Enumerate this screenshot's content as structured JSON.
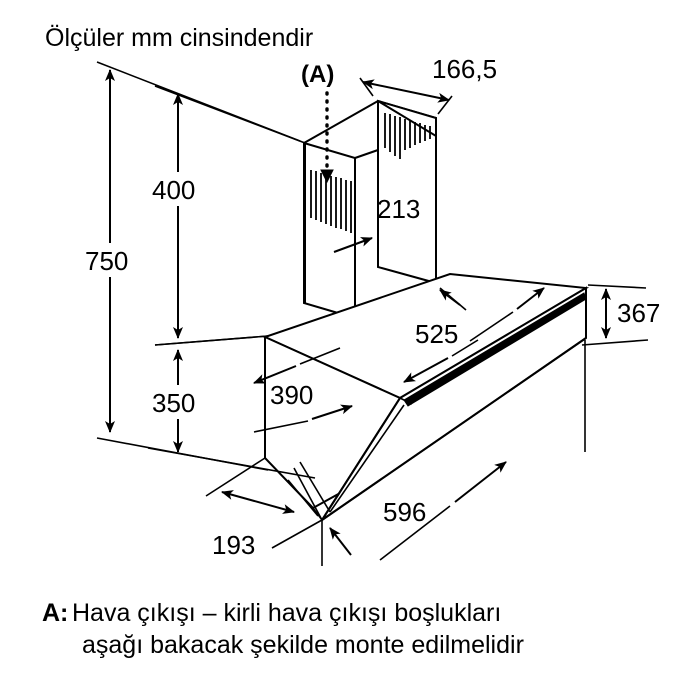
{
  "header": {
    "title": "Ölçüler mm cinsindendir"
  },
  "callouts": {
    "air_outlet_marker": "(A)"
  },
  "dimensions": {
    "total_height": "750",
    "chimney_height": "400",
    "body_height": "350",
    "duct_depth": "166,5",
    "duct_width": "213",
    "body_top_depth": "525",
    "body_depth": "390",
    "glass_height": "367",
    "total_width": "596",
    "base_depth": "193"
  },
  "footnote": {
    "key": "A:",
    "line1": "Hava çıkışı – kirli hava çıkışı boşlukları",
    "line2": "aşağı bakacak şekilde monte edilmelidir"
  },
  "colors": {
    "ink": "#000000",
    "paper": "#ffffff"
  }
}
